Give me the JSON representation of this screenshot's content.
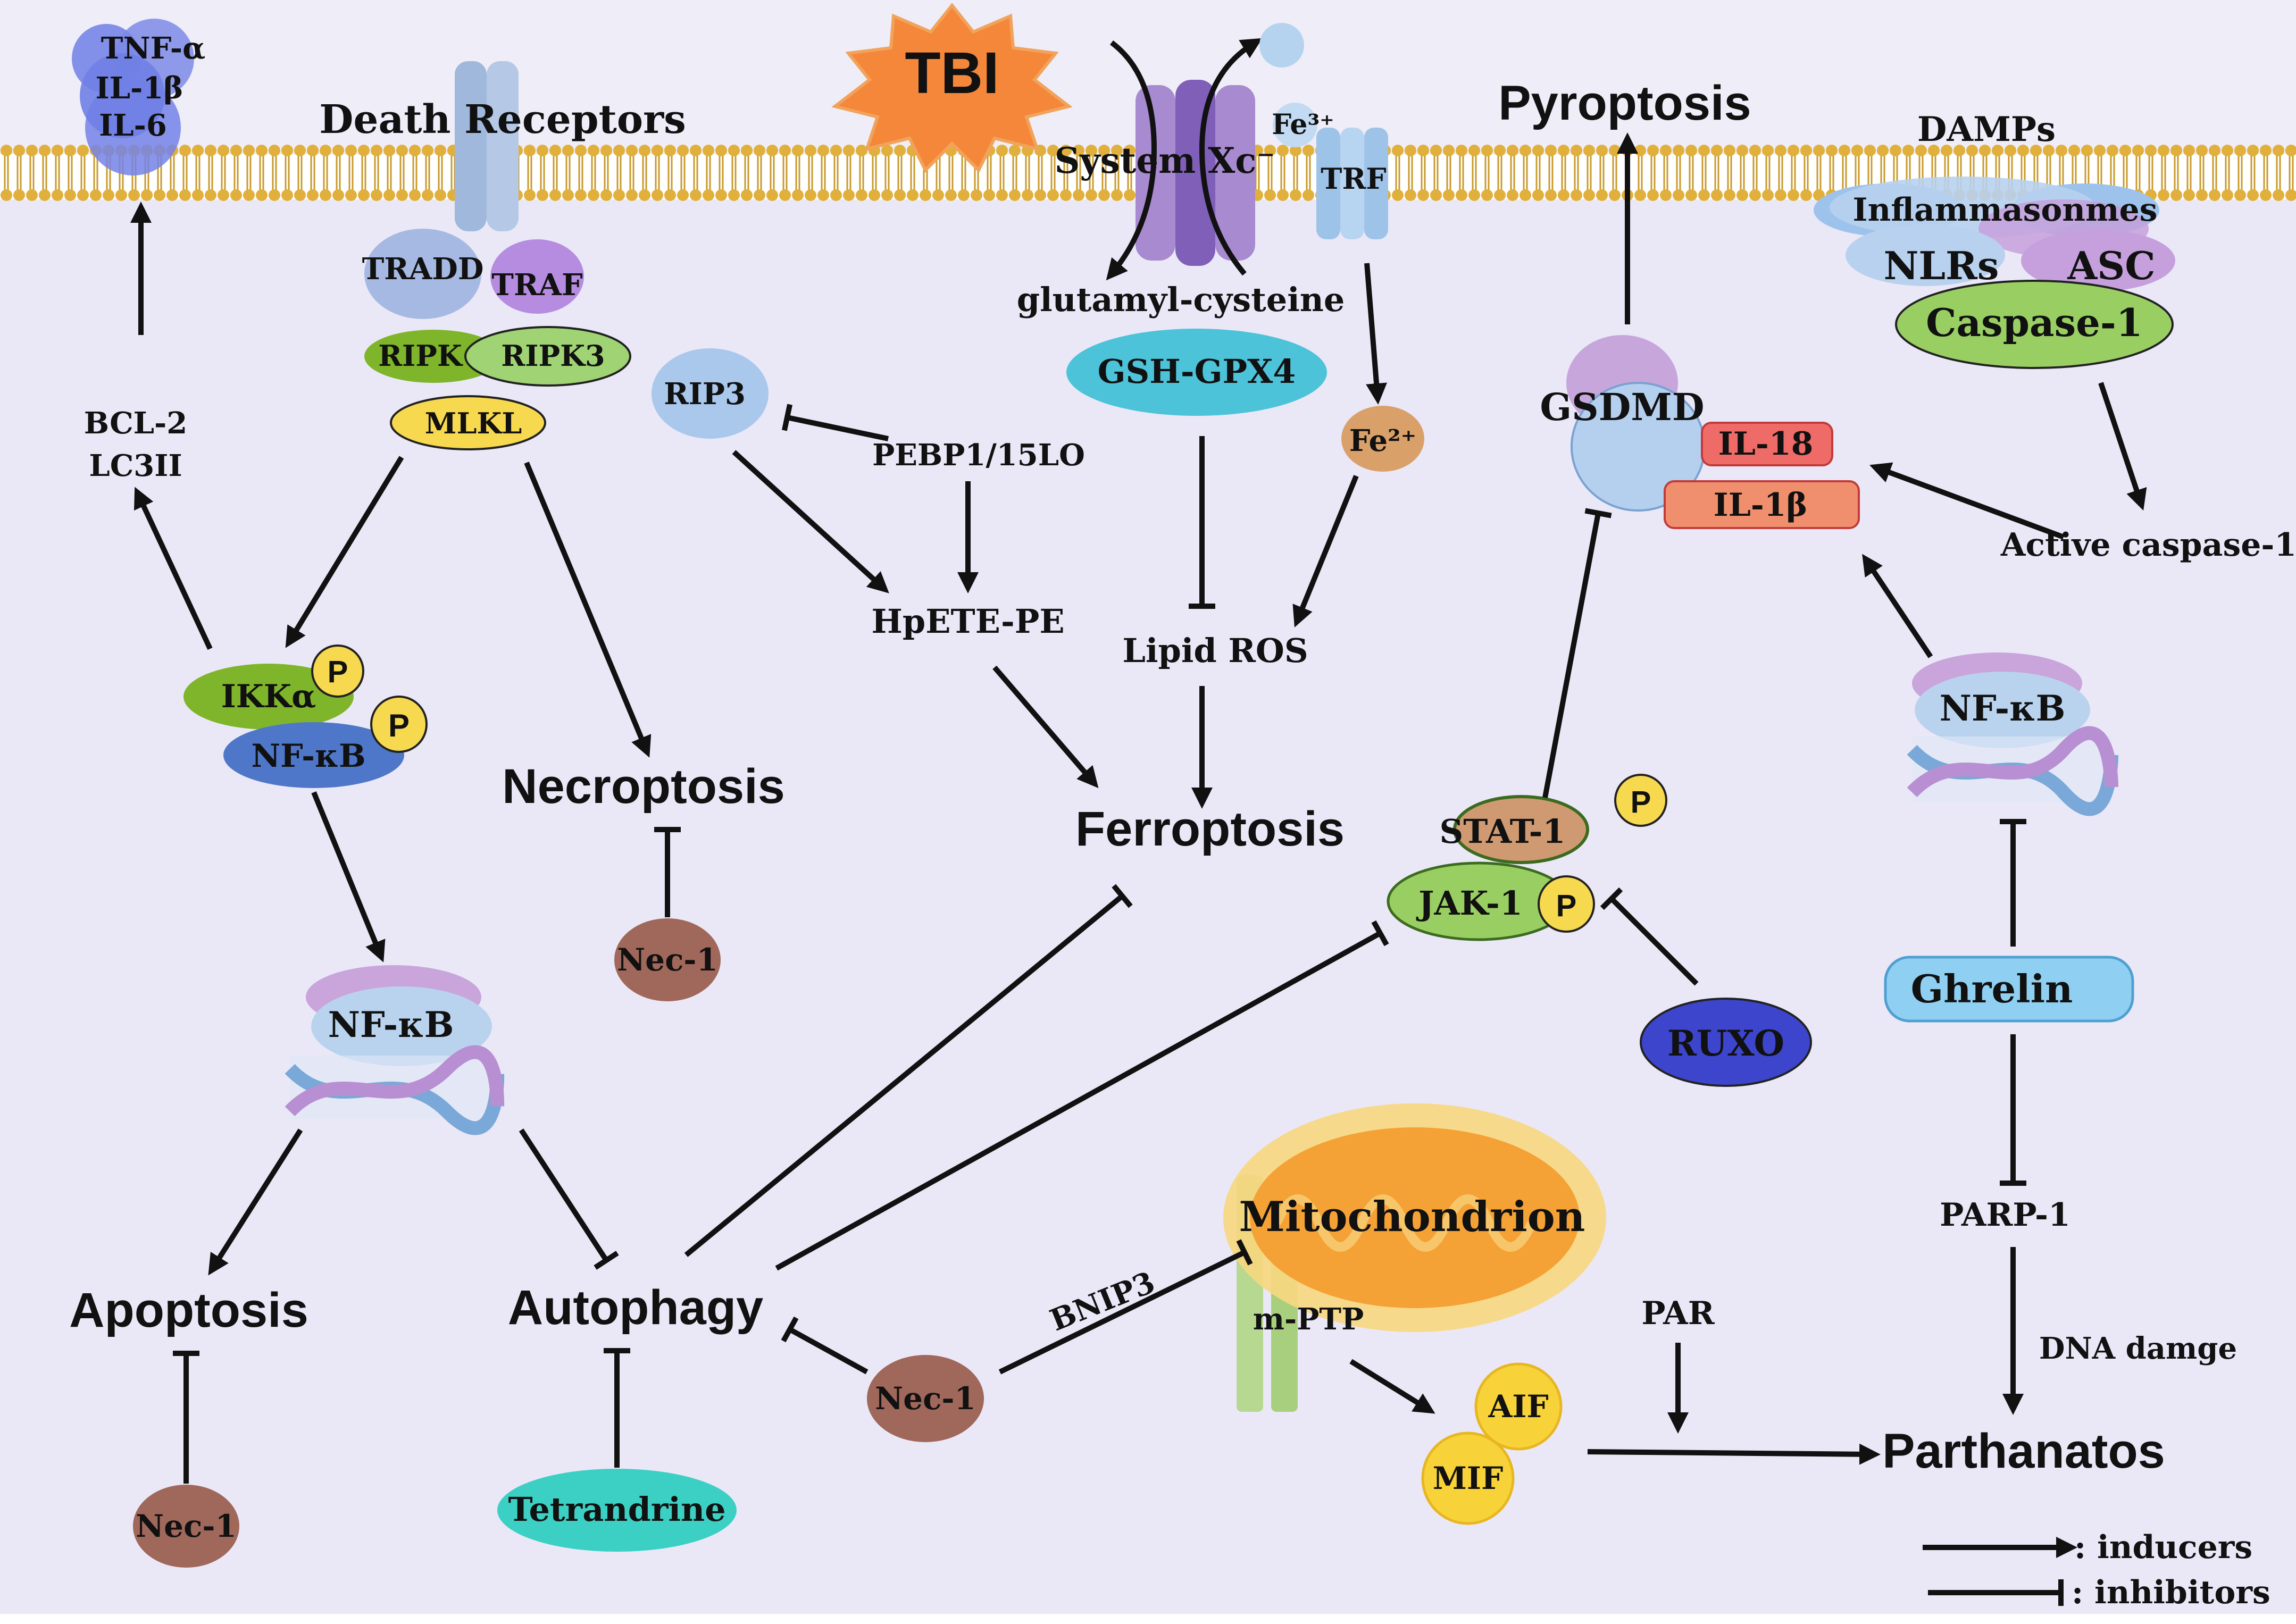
{
  "stimulus": "TBI",
  "membrane": {
    "death_receptors": "Death Receptors",
    "system_xc": "System Xc⁻",
    "fe3": "Fe³⁺",
    "trf": "TRF",
    "damps": "DAMPs"
  },
  "cytokines": {
    "tnf": "TNF-α",
    "il1b": "IL-1β",
    "il6": "IL-6"
  },
  "receptor_complex": {
    "tradd": "TRADD",
    "traf": "TRAF",
    "ripk": "RIPK",
    "ripk3": "RIPK3",
    "mlkl": "MLKL"
  },
  "autophagy_markers": {
    "bcl2": "BCL-2",
    "lc3": "LC3II"
  },
  "ikk": {
    "ikka": "IKKα",
    "nfkb": "NF-κB",
    "p": "P"
  },
  "ferroptosis_path": {
    "glutamyl": "glutamyl-cysteine",
    "gsh": "GSH-GPX4",
    "fe2": "Fe²⁺",
    "rip3": "RIP3",
    "pebp": "PEBP1/15LO",
    "hpete": "HpETE-PE",
    "lipid_ros": "Lipid ROS"
  },
  "outcomes": {
    "pyroptosis": "Pyroptosis",
    "necroptosis": "Necroptosis",
    "ferroptosis": "Ferroptosis",
    "apoptosis": "Apoptosis",
    "autophagy": "Autophagy",
    "parthanatos": "Parthanatos"
  },
  "inflammasome": {
    "inflammasomes": "Inflammasonmes",
    "nlrs": "NLRs",
    "asc": "ASC",
    "caspase1": "Caspase-1",
    "active_caspase": "Active caspase-1"
  },
  "pyroptosis_path": {
    "gsdmd": "GSDMD",
    "il18": "IL-18",
    "il1b": "IL-1β"
  },
  "jak_stat": {
    "stat1": "STAT-1",
    "jak1": "JAK-1",
    "p": "P",
    "ruxo": "RUXO"
  },
  "nfkb_dna": {
    "nfkb_left": "NF-κB",
    "nfkb_right": "NF-κB"
  },
  "parthanatos_path": {
    "ghrelin": "Ghrelin",
    "parp1": "PARP-1",
    "dna_damage": "DNA damge",
    "par": "PAR",
    "aif": "AIF",
    "mif": "MIF",
    "mitochondrion": "Mitochondrion",
    "mptp": "m-PTP",
    "bnip3": "BNIP3"
  },
  "inhibitors": {
    "nec1_necro": "Nec-1",
    "nec1_apop": "Nec-1",
    "nec1_auto": "Nec-1",
    "tetrandrine": "Tetrandrine"
  },
  "legend": {
    "inducers": ": inducers",
    "inhibitors": ": inhibitors"
  },
  "colors": {
    "background": "#efedf7",
    "membrane_head": "#e1b03c",
    "tbi": "#f5873a",
    "gsh": "#4cc3d9",
    "ferric": "#d9a06a",
    "cytokine": "#6f7fe6",
    "green_oval": "#99cf62",
    "brown_nec1": "#a0675b",
    "il_box": "#ee6b68",
    "ruxo": "#3c45cc",
    "tetrandrine": "#3cd0c4",
    "mitochondrion": "#f4a236",
    "aif": "#f7d339"
  }
}
